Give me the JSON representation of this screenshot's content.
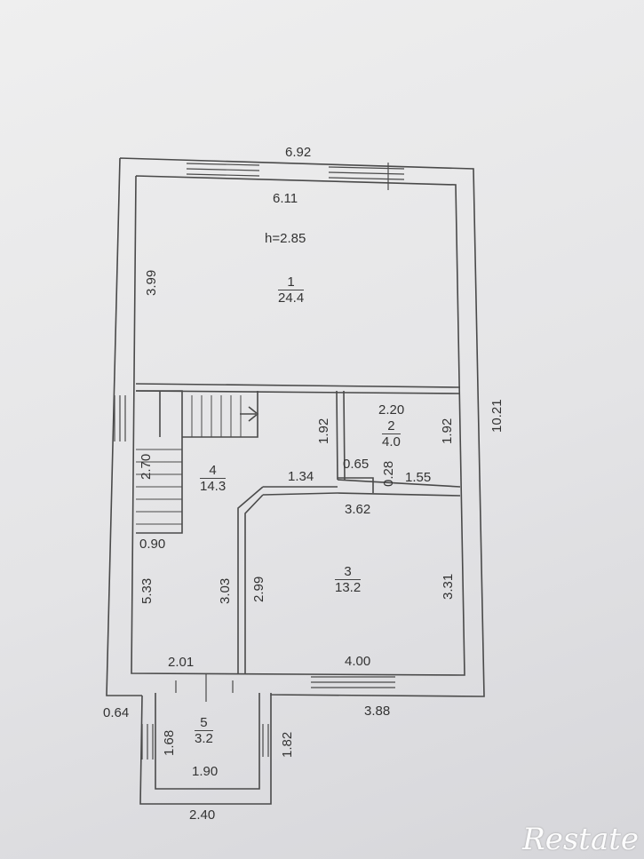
{
  "dimensions": {
    "outer_width": "6.92",
    "inner_width_top": "6.11",
    "height_room1": "3.99",
    "total_length": "10.21",
    "width_room2": "2.20",
    "room2_left": "1.92",
    "room2_right": "1.92",
    "corridor_step": "0.65",
    "wall_028": "0.28",
    "dim_155": "1.55",
    "dim_134": "1.34",
    "dim_362": "3.62",
    "stair_270": "2.70",
    "stair_090": "0.90",
    "hall_533": "5.33",
    "wall_303": "3.03",
    "wall_299": "2.99",
    "room3_height": "3.31",
    "dim_201": "2.01",
    "room3_width": "4.00",
    "dim_064": "0.64",
    "dim_388": "3.88",
    "porch_168": "1.68",
    "porch_182": "1.82",
    "porch_190": "1.90",
    "porch_240": "2.40"
  },
  "ceiling_height": "h=2.85",
  "rooms": [
    {
      "number": "1",
      "area": "24.4"
    },
    {
      "number": "2",
      "area": "4.0"
    },
    {
      "number": "3",
      "area": "13.2"
    },
    {
      "number": "4",
      "area": "14.3"
    },
    {
      "number": "5",
      "area": "3.2"
    }
  ],
  "watermark": "Restate"
}
